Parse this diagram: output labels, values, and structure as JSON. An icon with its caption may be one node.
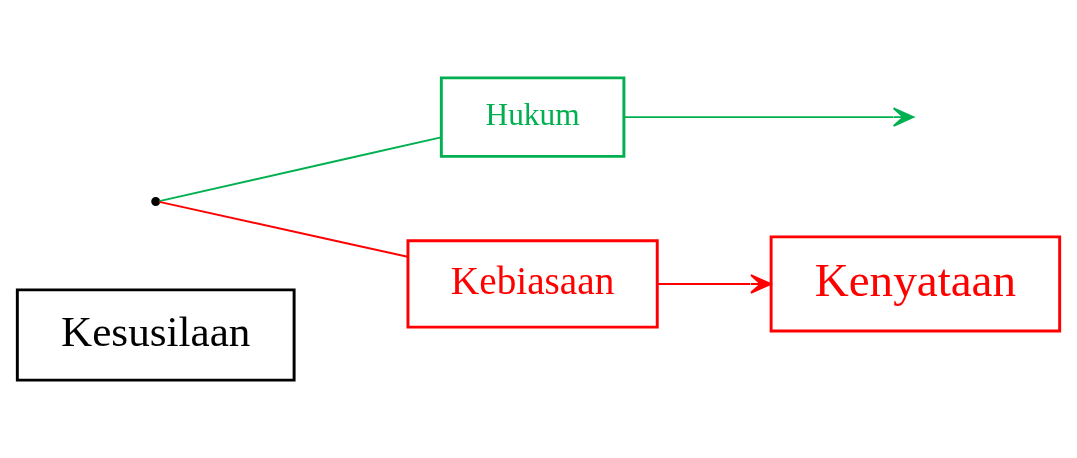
{
  "diagram": {
    "nodes": [
      {
        "text": [
          "Kesusilaan"
        ]
      },
      {
        "text": [
          "Hukum"
        ]
      },
      {
        "text": [
          "Kebiasaan"
        ]
      },
      {
        "text": [
          "Kenyataan"
        ]
      },
      {
        "text": [],
        "shape": "point"
      }
    ],
    "edges": [
      {
        "from": 4,
        "to": 1,
        "arrow": "none",
        "color": "#00b050"
      },
      {
        "from": 1,
        "to": null,
        "arrow": "to",
        "color": "#00b050"
      },
      {
        "from": 4,
        "to": 2,
        "arrow": "none",
        "color": "#ff0000"
      },
      {
        "from": 2,
        "to": 3,
        "arrow": "to",
        "color": "#ff0000"
      }
    ]
  }
}
